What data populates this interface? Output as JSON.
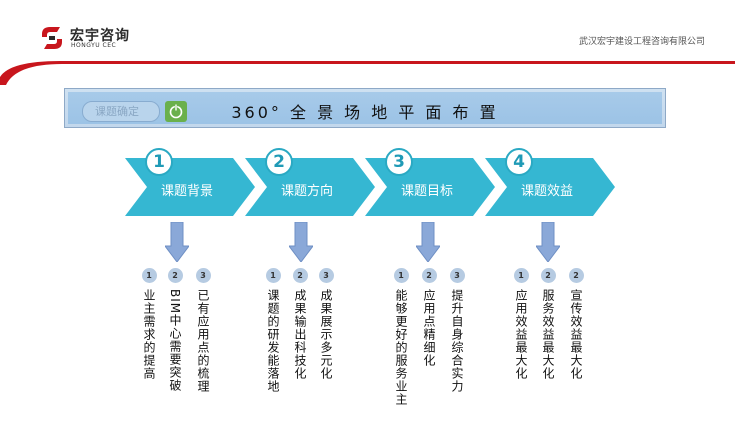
{
  "header": {
    "logo_cn": "宏宇咨询",
    "logo_en": "HONGYU CEC",
    "company": "武汉宏宇建设工程咨询有限公司",
    "brand_red": "#c8161d"
  },
  "title_bar": {
    "section_tab": "课题确定",
    "title": "360° 全 景 场 地 平 面 布 置"
  },
  "accent_color": "#35b7d2",
  "steps": [
    {
      "num": "1",
      "label": "课题背景",
      "items": [
        {
          "num": "1",
          "text": "业主需求的提高"
        },
        {
          "num": "2",
          "text": "BIM中心需要突破"
        },
        {
          "num": "3",
          "text": "已有应用点的梳理"
        }
      ]
    },
    {
      "num": "2",
      "label": "课题方向",
      "items": [
        {
          "num": "1",
          "text": "课题的研发能落地"
        },
        {
          "num": "2",
          "text": "成果输出科技化"
        },
        {
          "num": "3",
          "text": "成果展示多元化"
        }
      ]
    },
    {
      "num": "3",
      "label": "课题目标",
      "items": [
        {
          "num": "1",
          "text": "能够更好的服务业主"
        },
        {
          "num": "2",
          "text": "应用点精细化"
        },
        {
          "num": "3",
          "text": "提升自身综合实力"
        }
      ]
    },
    {
      "num": "4",
      "label": "课题效益",
      "items": [
        {
          "num": "1",
          "text": "应用效益最大化"
        },
        {
          "num": "2",
          "text": "服务效益最大化"
        },
        {
          "num": "2",
          "text": "宣传效益最大化"
        }
      ]
    }
  ]
}
